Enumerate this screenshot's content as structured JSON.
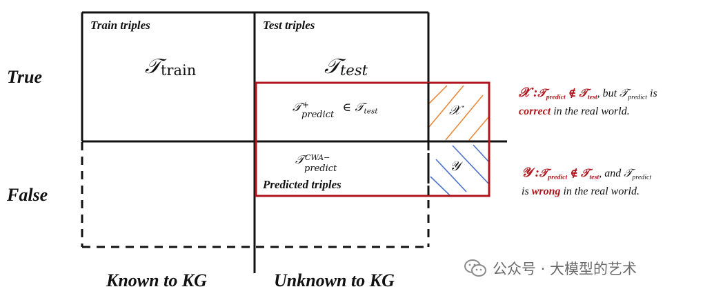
{
  "rows": {
    "true": "True",
    "false": "False"
  },
  "columns": {
    "known": "Known to KG",
    "unknown": "Unknown to KG"
  },
  "boxes": {
    "train_label": "Train triples",
    "test_label": "Test triples",
    "predicted_label": "Predicted triples"
  },
  "math": {
    "T": "𝒯",
    "train_sub": "train",
    "test_sub": "test",
    "predict_sub": "predict",
    "plus": "+",
    "cwa_sup": "CWA−",
    "in": " ∈ ",
    "notin": " ∉ ",
    "x": "𝒳",
    "y": "𝒴"
  },
  "notes": {
    "x_prefix": "𝒳 :",
    "x_mid": ", but ",
    "x_tail": " is",
    "x_line2_em": "correct",
    "x_line2_rest": " in the real world.",
    "y_prefix": "𝒴 :",
    "y_mid": ", and ",
    "y_line2_pre": "is ",
    "y_line2_em": "wrong",
    "y_line2_rest": " in the real world."
  },
  "watermark": "公众号 · 大模型的艺术",
  "colors": {
    "red": "#b0141c",
    "orange": "#e8893a",
    "blue": "#4a72c8",
    "black": "#111111"
  }
}
